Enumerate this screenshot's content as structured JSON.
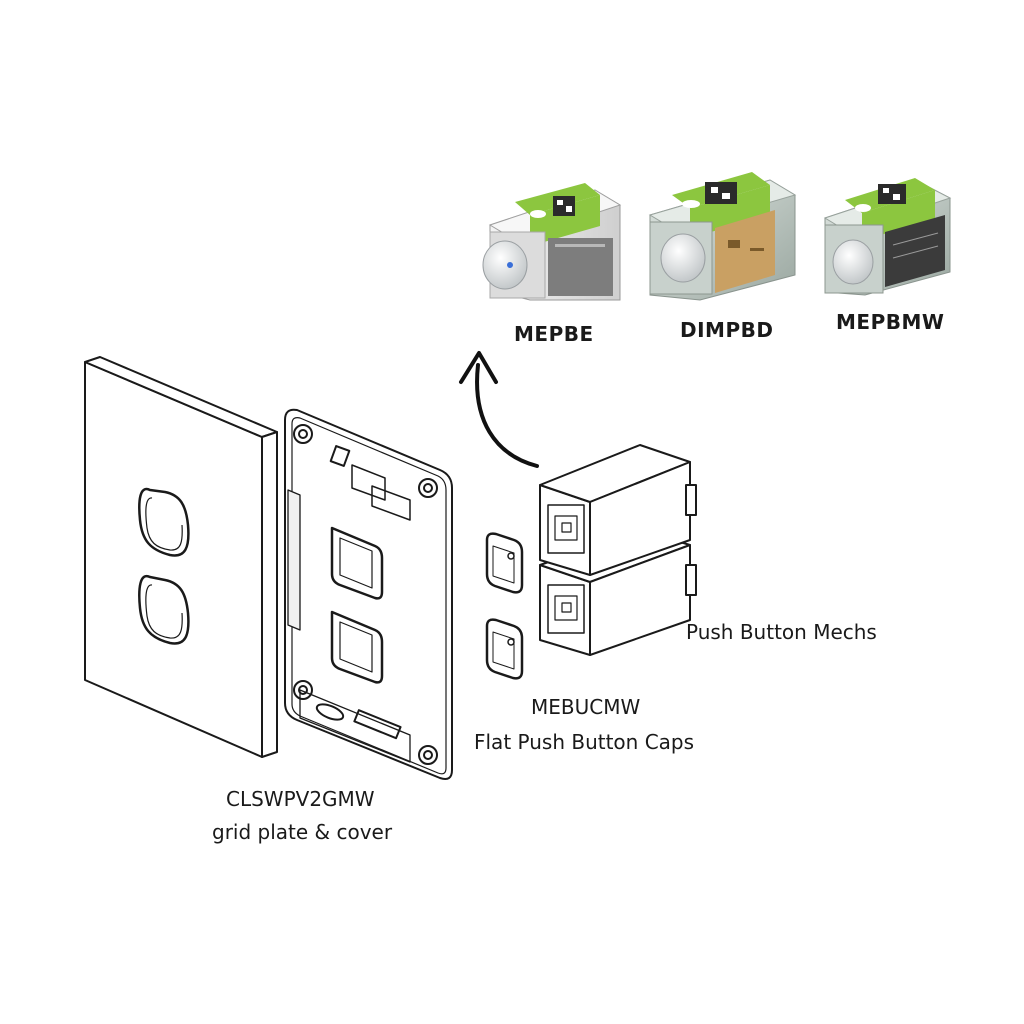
{
  "products": [
    {
      "code": "MEPBE"
    },
    {
      "code": "DIMPBD"
    },
    {
      "code": "MEPBMW"
    }
  ],
  "parts": {
    "mechs_label": "Push Button Mechs",
    "caps_code": "MEBUCMW",
    "caps_label": "Flat Push Button Caps",
    "plate_code": "CLSWPV2GMW",
    "plate_label": "grid plate & cover"
  },
  "colors": {
    "line": "#1a1a1a",
    "label_green": "#8cc63f",
    "dimmer_amber": "#c9a063",
    "mech_dark": "#3b3b3b",
    "mech_white": "#e8e8e8"
  }
}
